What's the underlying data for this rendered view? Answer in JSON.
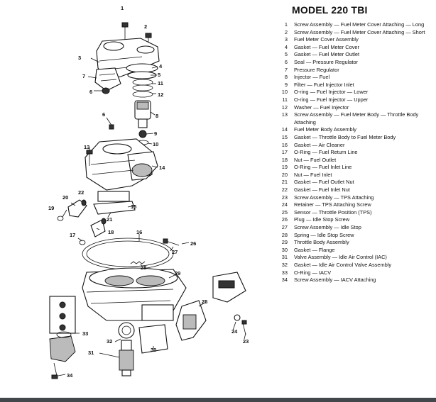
{
  "title": "MODEL 220 TBI",
  "legend": [
    {
      "num": "1",
      "text": "Screw Assembly — Fuel Meter Cover Attaching — Long"
    },
    {
      "num": "2",
      "text": "Screw Assembly — Fuel Meter Cover Attaching — Short"
    },
    {
      "num": "3",
      "text": "Fuel Meter Cover Assembly"
    },
    {
      "num": "4",
      "text": "Gasket — Fuel Meter Cover"
    },
    {
      "num": "5",
      "text": "Gasket — Fuel Meter Outlet"
    },
    {
      "num": "6",
      "text": "Seal — Pressure Regulator"
    },
    {
      "num": "7",
      "text": "Pressure Regulator"
    },
    {
      "num": "8",
      "text": "Injector — Fuel"
    },
    {
      "num": "9",
      "text": "Filter — Fuel Injector Inlet"
    },
    {
      "num": "10",
      "text": "O-ring — Fuel Injector — Lower"
    },
    {
      "num": "11",
      "text": "O-ring — Fuel Injector — Upper"
    },
    {
      "num": "12",
      "text": "Washer — Fuel Injector"
    },
    {
      "num": "13",
      "text": "Screw Assembly — Fuel Meter Body — Throttle Body Attaching"
    },
    {
      "num": "14",
      "text": "Fuel Meter Body Assembly"
    },
    {
      "num": "15",
      "text": "Gasket — Throttle Body to Fuel Meter Body"
    },
    {
      "num": "16",
      "text": "Gasket — Air Cleaner"
    },
    {
      "num": "17",
      "text": "O-Ring — Fuel Return Line"
    },
    {
      "num": "18",
      "text": "Nut — Fuel Outlet"
    },
    {
      "num": "19",
      "text": "O-Ring — Fuel Inlet Line"
    },
    {
      "num": "20",
      "text": "Nut — Fuel Inlet"
    },
    {
      "num": "21",
      "text": "Gasket — Fuel Outlet Nut"
    },
    {
      "num": "22",
      "text": "Gasket — Fuel Inlet Nut"
    },
    {
      "num": "23",
      "text": "Screw Assembly — TPS Attaching"
    },
    {
      "num": "24",
      "text": "Retainer — TPS Attaching Screw"
    },
    {
      "num": "25",
      "text": "Sensor — Throttle Position (TPS)"
    },
    {
      "num": "26",
      "text": "Plug — Idle Stop Screw"
    },
    {
      "num": "27",
      "text": "Screw Assembly — Idle Stop"
    },
    {
      "num": "28",
      "text": "Spring — Idle Stop Screw"
    },
    {
      "num": "29",
      "text": "Throttle Body Assembly"
    },
    {
      "num": "30",
      "text": "Gasket — Flange"
    },
    {
      "num": "31",
      "text": "Valve Assembly — Idle Air Control (IAC)"
    },
    {
      "num": "32",
      "text": "Gasket — Idle Air Control Valve Assembly"
    },
    {
      "num": "33",
      "text": "O-Ring — IACV"
    },
    {
      "num": "34",
      "text": "Screw Assembly — IACV Attaching"
    }
  ],
  "callouts": {
    "c1": "1",
    "c2": "2",
    "c3": "3",
    "c4": "4",
    "c5": "5",
    "c6": "6",
    "c7": "7",
    "c8": "8",
    "c9": "9",
    "c10": "10",
    "c11": "11",
    "c12": "12",
    "c13": "13",
    "c14": "14",
    "c15": "15",
    "c16": "16",
    "c17": "17",
    "c18": "18",
    "c19": "19",
    "c20": "20",
    "c21": "21",
    "c22": "22",
    "c23": "23",
    "c24": "24",
    "c25": "25",
    "c26": "26",
    "c27": "27",
    "c28": "28",
    "c29": "29",
    "c30": "30",
    "c31": "31",
    "c32": "32",
    "c33": "33",
    "c34": "34"
  }
}
